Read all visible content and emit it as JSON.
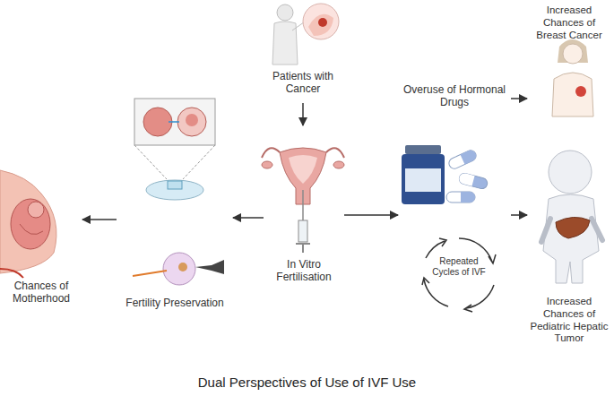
{
  "diagram": {
    "title": "Dual Perspectives of Use of IVF Use",
    "nodes": [
      {
        "text": [
          "Patients with Cancer"
        ]
      },
      {
        "text": [
          "Chances of Motherhood"
        ]
      },
      {
        "text": [
          "Fertility Preservation"
        ]
      },
      {
        "text": [
          "In Vitro Fertilisation"
        ]
      },
      {
        "text": [
          "Overuse of Hormonal Drugs"
        ]
      },
      {
        "text": [
          "Repeated Cycles of IVF"
        ]
      },
      {
        "text": [
          "Increased Chances of Breast Cancer"
        ]
      },
      {
        "text": [
          "Increased Chances of Pediatric Hepatic Tumor"
        ]
      }
    ],
    "edges": [
      {
        "from": 0,
        "to": 3,
        "arrow": "to"
      },
      {
        "from": 3,
        "to": 2,
        "arrow": "to"
      },
      {
        "from": 2,
        "to": 1,
        "arrow": "to"
      },
      {
        "from": 3,
        "to": 4,
        "arrow": "to"
      },
      {
        "from": 4,
        "to": 6,
        "arrow": "to"
      },
      {
        "from": 4,
        "to": 7,
        "arrow": "to"
      }
    ]
  }
}
